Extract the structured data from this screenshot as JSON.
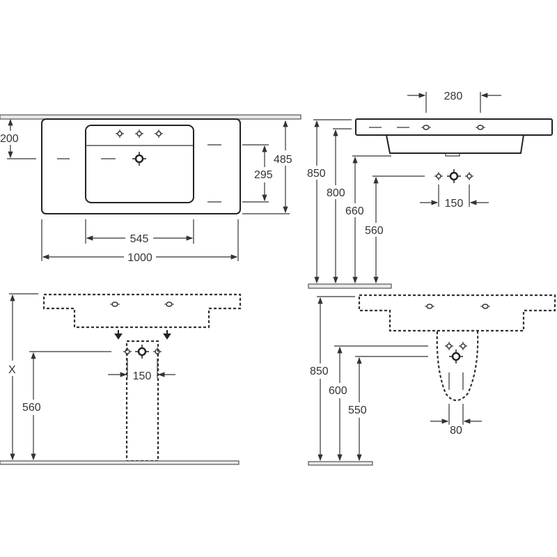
{
  "colors": {
    "line": "#333333",
    "background": "#ffffff"
  },
  "top_view": {
    "dim_width": "1000",
    "dim_bowl_width": "545",
    "dim_depth": "485",
    "dim_bowl_depth": "295",
    "dim_drain_offset": "200"
  },
  "side_view": {
    "dim_tap_spacing": "280",
    "dim_h_850": "850",
    "dim_h_800": "800",
    "dim_h_660": "660",
    "dim_h_560": "560",
    "dim_trap_spacing": "150"
  },
  "front_pedestal_view": {
    "dim_x": "X",
    "dim_h_560": "560",
    "dim_trap_spacing": "150"
  },
  "side_pedestal_view": {
    "dim_h_850": "850",
    "dim_h_600": "600",
    "dim_h_550": "550",
    "dim_width_80": "80"
  }
}
